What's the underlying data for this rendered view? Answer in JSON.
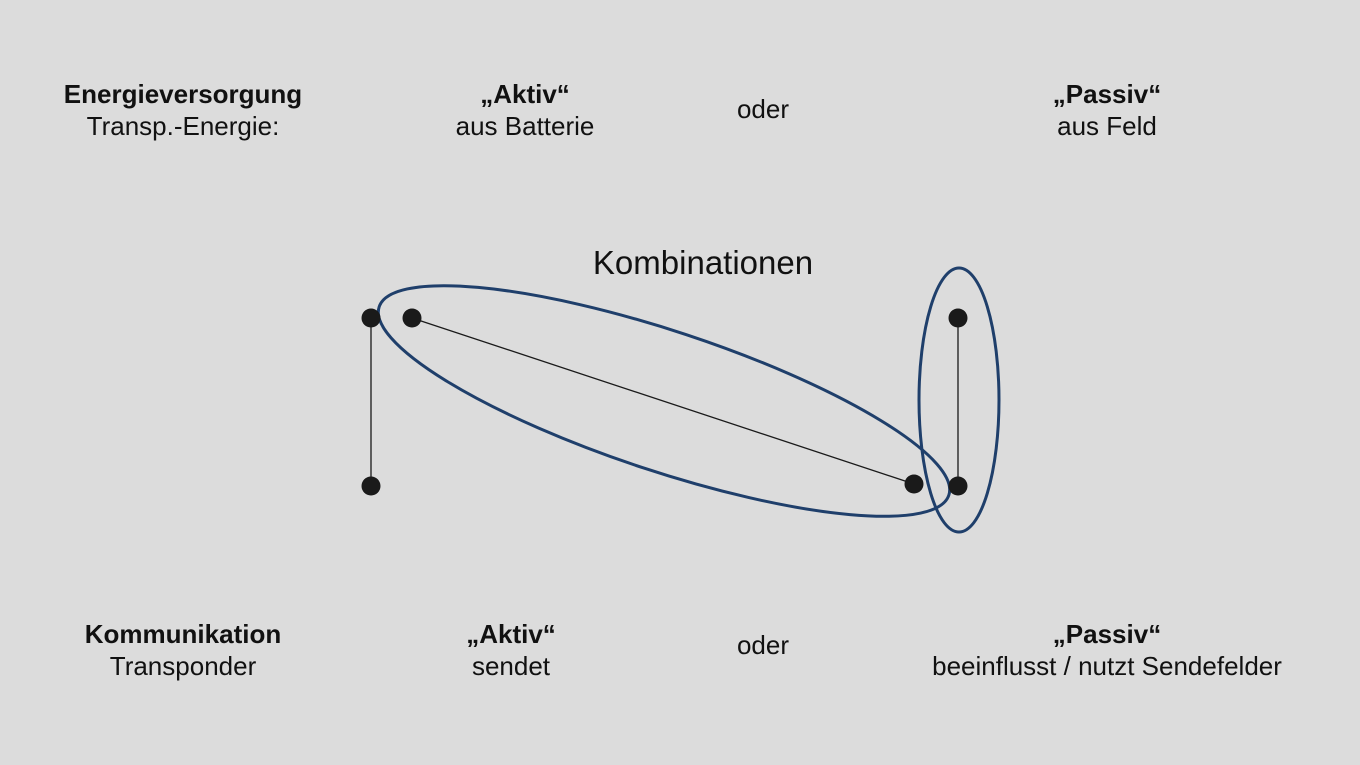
{
  "energy": {
    "label_title": "Energieversorgung",
    "label_sub": "Transp.-Energie:",
    "active_title": "„Aktiv“",
    "active_sub": "aus Batterie",
    "or": "oder",
    "passive_title": "„Passiv“",
    "passive_sub": "aus Feld"
  },
  "center": {
    "title": "Kombinationen"
  },
  "communication": {
    "label_title": "Kommunikation",
    "label_sub": "Transponder",
    "active_title": "„Aktiv“",
    "active_sub": "sendet",
    "or": "oder",
    "passive_title": "„Passiv“",
    "passive_sub": "beeinflusst / nutzt Sendefelder"
  },
  "colors": {
    "background": "#dcdcdc",
    "highlight": "#1f3f6b",
    "node": "#1a1a1a"
  }
}
